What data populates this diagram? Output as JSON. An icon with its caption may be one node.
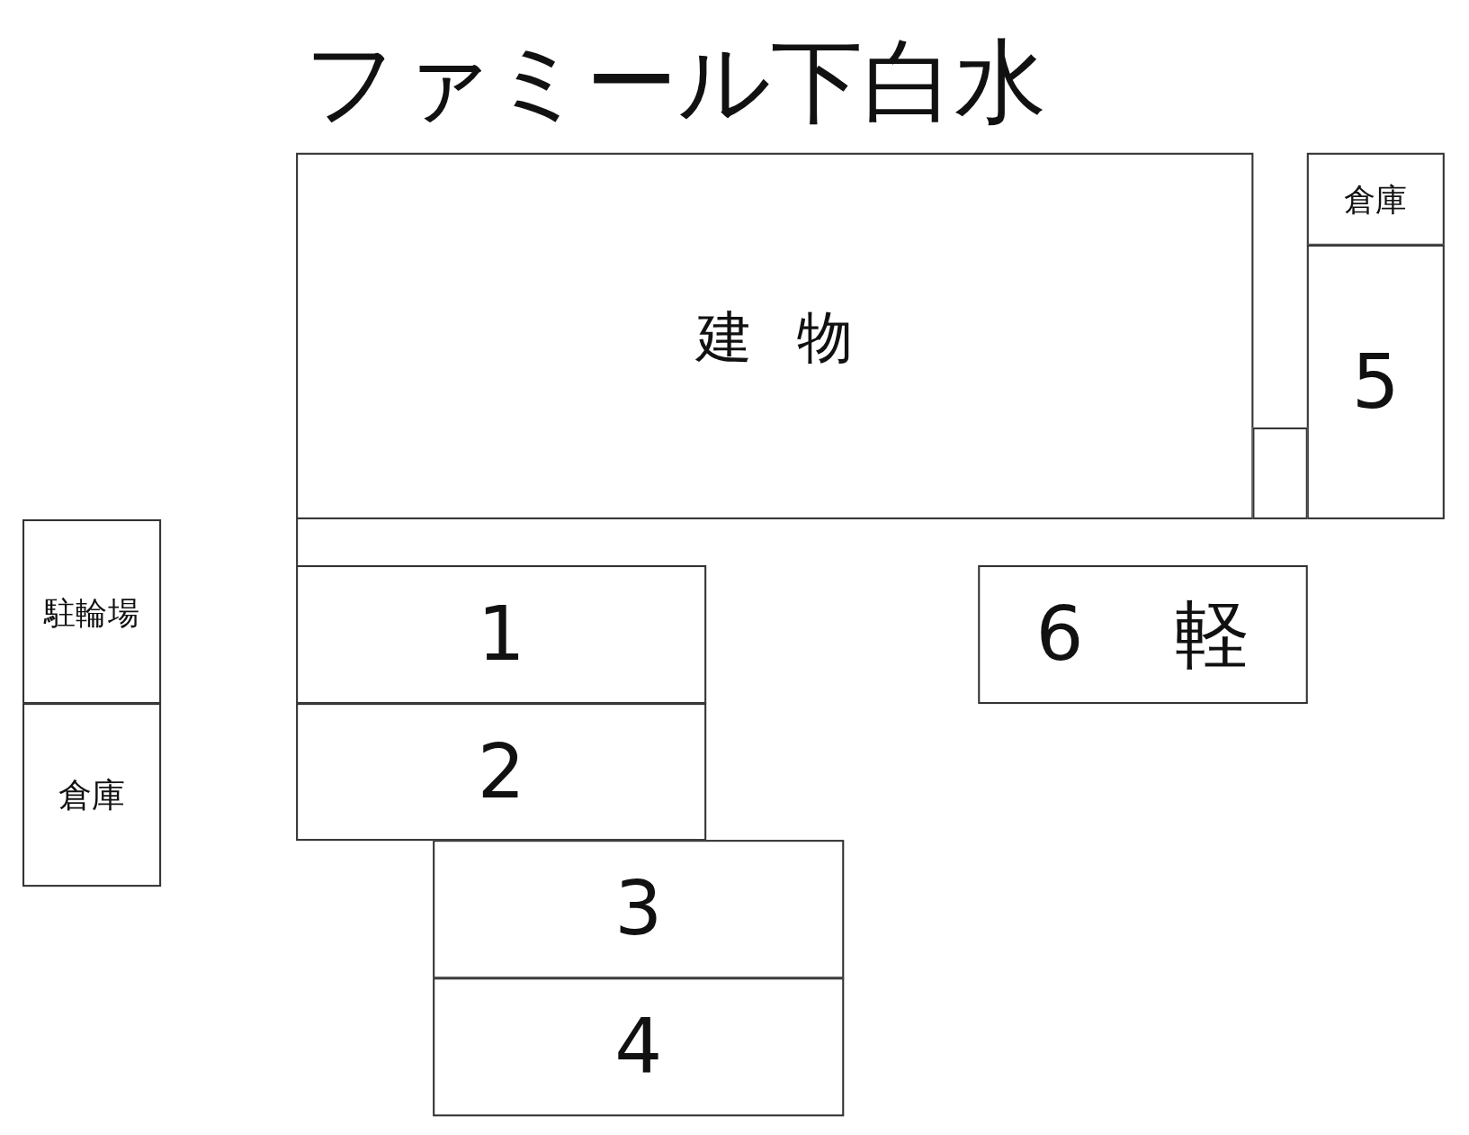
{
  "diagram": {
    "title": "ファミール下白水",
    "nodes": [
      {
        "text": [
          "建物"
        ]
      },
      {
        "text": [
          "倉庫"
        ]
      },
      {
        "text": [
          "5"
        ]
      },
      {
        "text": [],
        "shape": "box"
      },
      {
        "text": [
          "駐輪場"
        ]
      },
      {
        "text": [
          "倉庫"
        ]
      },
      {
        "text": [
          "1"
        ]
      },
      {
        "text": [
          "2"
        ]
      },
      {
        "text": [
          "3"
        ]
      },
      {
        "text": [
          "4"
        ]
      },
      {
        "text": [
          "6 軽"
        ]
      }
    ]
  }
}
